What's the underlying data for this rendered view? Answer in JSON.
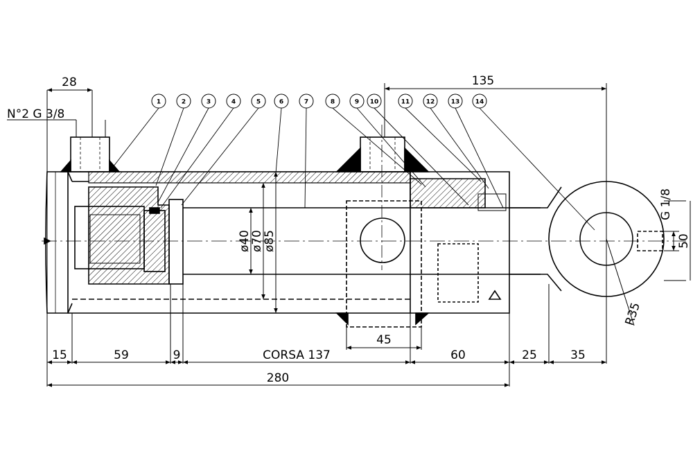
{
  "drawing": {
    "port_note": "N°2 G 3/8",
    "dimensions": {
      "port_spacing": "28",
      "rod_end_length": "135",
      "end_cap": "15",
      "gland": "59",
      "piston": "9",
      "stroke": "CORSA 137",
      "rear_head": "60",
      "eye_neck": "25",
      "eye_offset": "35",
      "port_width": "45",
      "overall_length": "280",
      "rod_diameter": "ø40",
      "bore_diameter": "ø70",
      "outer_diameter": "ø85",
      "eye_radius": "R35",
      "grease_port": "G 1/8",
      "eye_width": "50"
    },
    "balloons": [
      "1",
      "2",
      "3",
      "4",
      "5",
      "6",
      "7",
      "8",
      "9",
      "10",
      "11",
      "12",
      "13",
      "14"
    ]
  },
  "colors": {
    "line": "#000000",
    "background": "#ffffff"
  }
}
